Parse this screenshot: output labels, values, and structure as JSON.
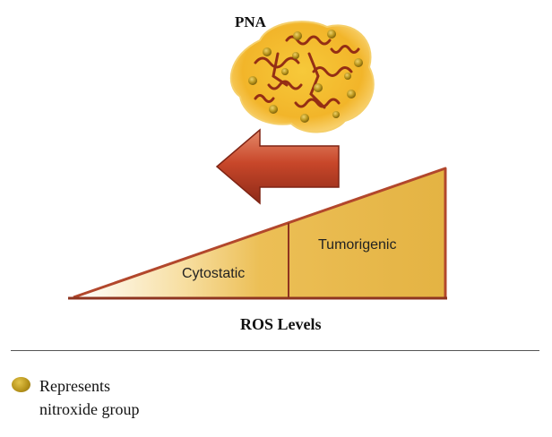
{
  "diagram": {
    "molecule_label": "PNA",
    "arrow_direction": "left",
    "ramp": {
      "left_zone_label": "Cytostatic",
      "right_zone_label": "Tumorigenic"
    },
    "axis_label": "ROS Levels"
  },
  "legend": {
    "line1": "Represents",
    "line2": "nitroxide group"
  },
  "colors": {
    "ramp_fill": "#e8b64a",
    "ramp_edge": "#a2442a",
    "arrow": "#c44a2c",
    "nitroxide": "#b8951c",
    "molecule_surface": "#f3b72a"
  }
}
